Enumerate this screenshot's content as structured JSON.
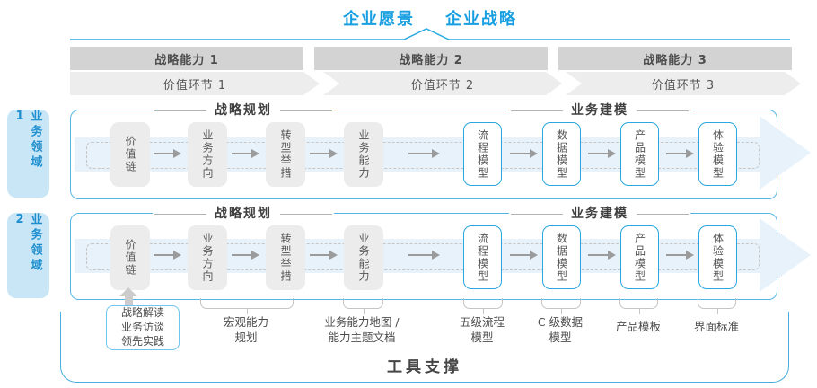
{
  "title": {
    "vision": "企业愿景",
    "strategy": "企业战略"
  },
  "capability_bars": [
    "战略能力 1",
    "战略能力 2",
    "战略能力 3"
  ],
  "value_links": [
    "价值环节 1",
    "价值环节 2",
    "价值环节 3"
  ],
  "domains": [
    {
      "label": "业务领域 1",
      "sections": {
        "planning": "战略规划",
        "modeling": "业务建模"
      },
      "planning_boxes": [
        "价值链",
        "业务方向",
        "转型举措",
        "业务能力"
      ],
      "modeling_boxes": [
        "流程模型",
        "数据模型",
        "产品模型",
        "体验模型"
      ]
    },
    {
      "label": "业务领域 2",
      "sections": {
        "planning": "战略规划",
        "modeling": "业务建模"
      },
      "planning_boxes": [
        "价值链",
        "业务方向",
        "转型举措",
        "业务能力"
      ],
      "modeling_boxes": [
        "流程模型",
        "数据模型",
        "产品模型",
        "体验模型"
      ]
    }
  ],
  "annotations": {
    "inputs_box": "战略解读\n业务访谈\n领先实践",
    "macro_capability": "宏观能力\n规划",
    "capability_map": "业务能力地图 /\n能力主题文档",
    "process_model": "五级流程\n模型",
    "data_model": "C 级数据\n模型",
    "product_template": "产品模板",
    "ui_standard": "界面标准"
  },
  "footer": {
    "tool_support": "工具支撑"
  },
  "colors": {
    "accent_blue": "#29abe2",
    "title_blue": "#189fe1",
    "band_blue": "#e7f2fb",
    "sidebar_blue": "#c9e6f7",
    "domain_border": "#56b6e8",
    "bar_gray": "#d3d3d3",
    "chevron_gray": "#ededed",
    "box_gray": "#ececec",
    "arrow_gray": "#9b9b9b"
  }
}
